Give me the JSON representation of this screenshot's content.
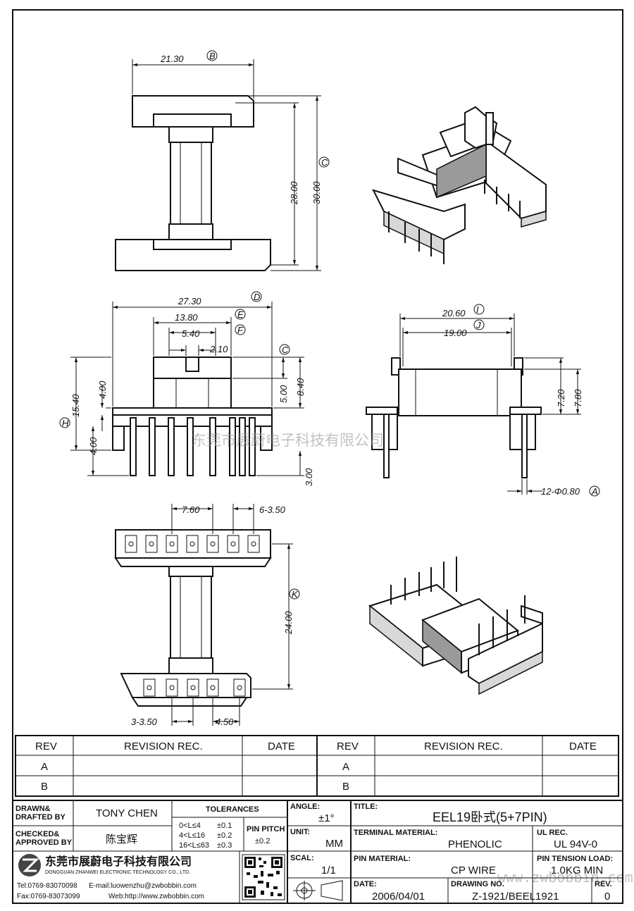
{
  "drawing": {
    "dims": {
      "a": "21.30",
      "b": "28.00",
      "c": "30.00",
      "d": "27.30",
      "e": "13.80",
      "f": "5.40",
      "g": "2.10",
      "h": "4.00",
      "i": "15.40",
      "j": "4.00",
      "k": "5.00",
      "l": "8.40",
      "m": "3.00",
      "n": "20.60",
      "o": "19.00",
      "p": "7.20",
      "q": "7.80",
      "r": "12-Φ0.80",
      "s": "7.60",
      "t": "6-3.50",
      "u": "24.00",
      "v": "3-3.50",
      "w": "4.50"
    },
    "markers": [
      "B",
      "C",
      "D",
      "E",
      "F",
      "C",
      "H",
      "I",
      "J",
      "A",
      "K"
    ]
  },
  "watermark": {
    "text": "东莞市展蔚电子科技有限公司",
    "url": "www.zwbobbin.com"
  },
  "revision": {
    "headers": [
      "REV",
      "REVISION REC.",
      "DATE",
      "REV",
      "REVISION REC.",
      "DATE"
    ],
    "rows": [
      [
        "A",
        "",
        "",
        "A",
        "",
        ""
      ],
      [
        "B",
        "",
        "",
        "B",
        "",
        ""
      ]
    ]
  },
  "title_block": {
    "drawn_label": "DRAWN&\nDRAFTED BY",
    "drawn_value": "TONY CHEN",
    "checked_label": "CHECKED&\nAPPROVED BY",
    "checked_value": "陈宝辉",
    "tolerances_label": "TOLERANCES",
    "tol_rows": [
      [
        "0<L≤4",
        "±0.1"
      ],
      [
        "4<L≤16",
        "±0.2"
      ],
      [
        "16<L≤63",
        "±0.3"
      ]
    ],
    "pin_pitch_label": "PIN PITCH",
    "pin_pitch_value": "±0.2",
    "angle_label": "ANGLE:",
    "angle_value": "±1°",
    "unit_label": "UNIT:",
    "unit_value": "MM",
    "scale_label": "SCAL:",
    "scale_value": "1/1",
    "title_label": "TITLE:",
    "title_value": "EEL19卧式(5+7PIN)",
    "terminal_label": "TERMINAL MATERIAL:",
    "terminal_value": "PHENOLIC",
    "ul_label": "UL REC.",
    "ul_value": "UL 94V-0",
    "pin_mat_label": "PIN MATERIAL:",
    "pin_mat_value": "CP WIRE",
    "tension_label": "PIN TENSION LOAD:",
    "tension_value": "1.0KG MIN",
    "date_label": "DATE:",
    "date_value": "2006/04/01",
    "drawing_no_label": "DRAWING NO.",
    "drawing_no_value": "Z-1921/BEEL1921",
    "rev_label": "REV.",
    "rev_value": "0",
    "company_cn": "东莞市展蔚电子科技有限公司",
    "company_en": "DONGGUAN ZHANWEI ELECTRONIC TECHNOLOGY CO., LTD.",
    "tel": "Tel:0769-83070098",
    "email": "E-mail:luowenzhu@zwbobbin.com",
    "fax": "Fax:0769-83073099",
    "web": "Web:http://www.zwbobbin.com"
  }
}
